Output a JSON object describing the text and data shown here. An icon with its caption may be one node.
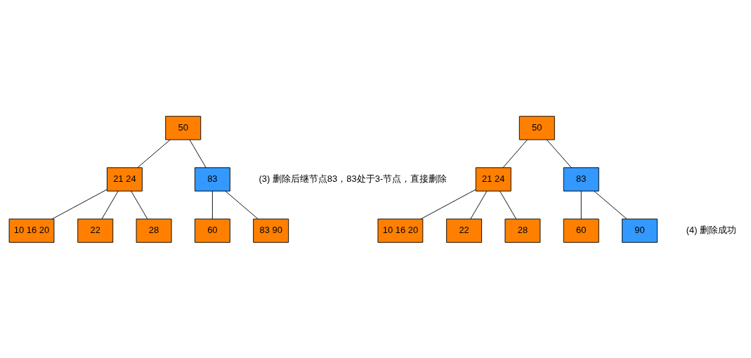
{
  "diagram": {
    "nodes": [
      {
        "text": [
          "50"
        ]
      },
      {
        "text": [
          "21 24"
        ]
      },
      {
        "text": [
          "83"
        ]
      },
      {
        "text": [
          "10 16 20"
        ]
      },
      {
        "text": [
          "22"
        ]
      },
      {
        "text": [
          "28"
        ]
      },
      {
        "text": [
          "60"
        ]
      },
      {
        "text": [
          "83 90"
        ]
      },
      {
        "text": [
          "50"
        ]
      },
      {
        "text": [
          "21 24"
        ]
      },
      {
        "text": [
          "83"
        ]
      },
      {
        "text": [
          "10 16 20"
        ]
      },
      {
        "text": [
          "22"
        ]
      },
      {
        "text": [
          "28"
        ]
      },
      {
        "text": [
          "60"
        ]
      },
      {
        "text": [
          "90"
        ]
      }
    ],
    "edges": [
      {
        "from": 0,
        "to": 1,
        "arrow": "none"
      },
      {
        "from": 0,
        "to": 2,
        "arrow": "none"
      },
      {
        "from": 1,
        "to": 3,
        "arrow": "none"
      },
      {
        "from": 1,
        "to": 4,
        "arrow": "none"
      },
      {
        "from": 1,
        "to": 5,
        "arrow": "none"
      },
      {
        "from": 2,
        "to": 6,
        "arrow": "none"
      },
      {
        "from": 2,
        "to": 7,
        "arrow": "none"
      },
      {
        "from": 8,
        "to": 9,
        "arrow": "none"
      },
      {
        "from": 8,
        "to": 10,
        "arrow": "none"
      },
      {
        "from": 9,
        "to": 11,
        "arrow": "none"
      },
      {
        "from": 9,
        "to": 12,
        "arrow": "none"
      },
      {
        "from": 9,
        "to": 13,
        "arrow": "none"
      },
      {
        "from": 10,
        "to": 14,
        "arrow": "none"
      },
      {
        "from": 10,
        "to": 15,
        "arrow": "none"
      }
    ],
    "labels": [
      "(3) 删除后继节点83，83处于3-节点，直接删除",
      "(4) 删除成功"
    ]
  }
}
